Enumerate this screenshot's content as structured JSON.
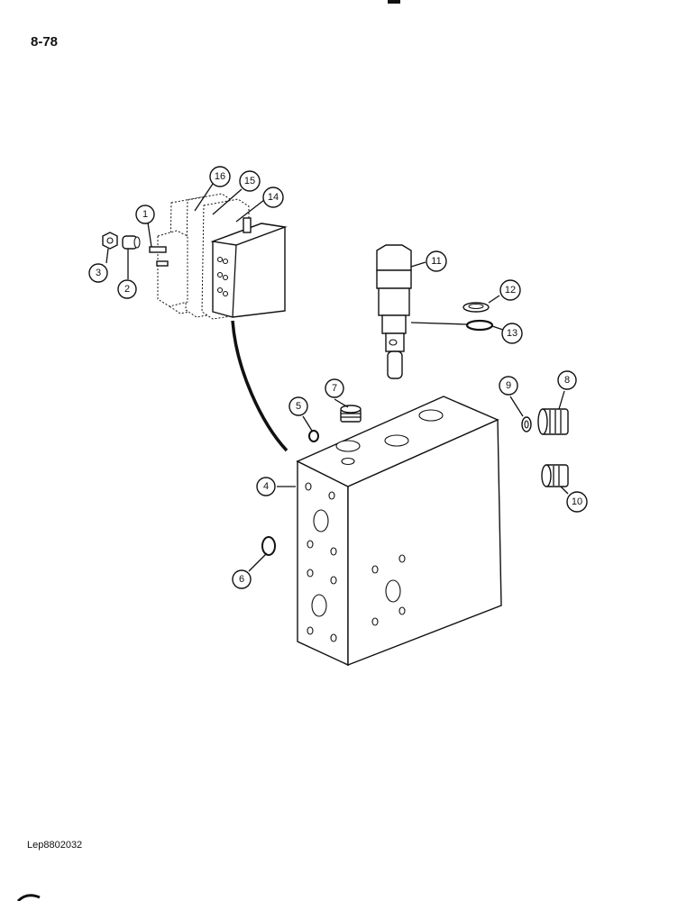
{
  "page_number": "8-78",
  "doc_code": "Lep8802032",
  "callouts": [
    "1",
    "2",
    "3",
    "4",
    "5",
    "6",
    "7",
    "8",
    "9",
    "10",
    "11",
    "12",
    "13",
    "14",
    "15",
    "16"
  ]
}
